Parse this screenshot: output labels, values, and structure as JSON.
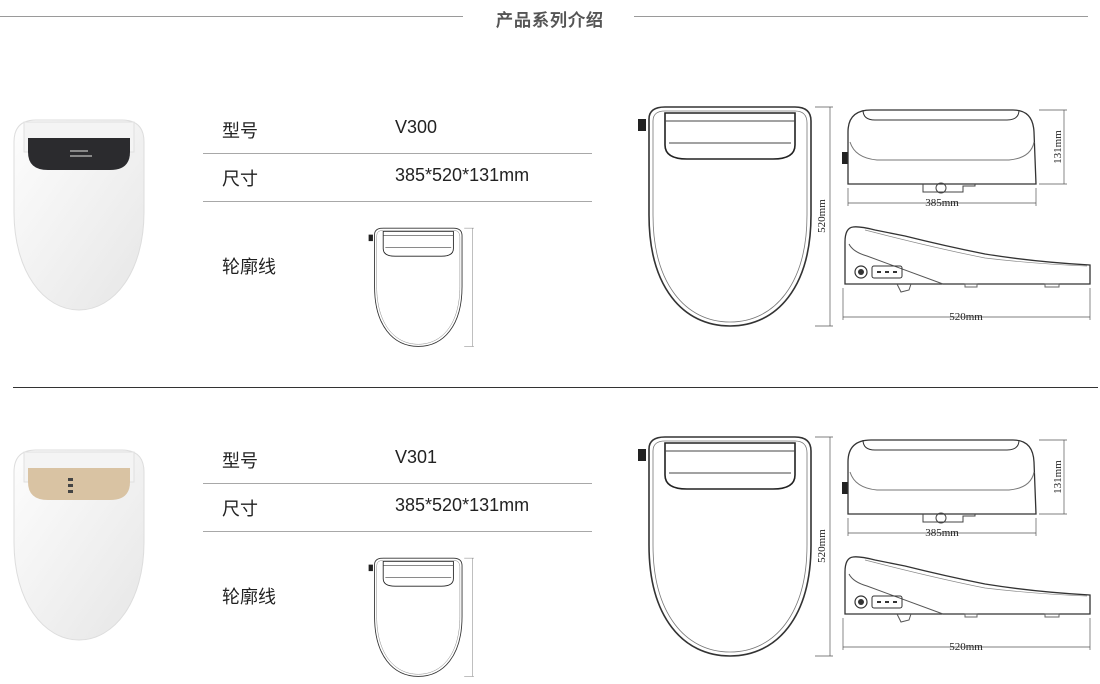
{
  "header": {
    "title": "产品系列介绍"
  },
  "labels": {
    "model": "型号",
    "size": "尺寸",
    "outline": "轮廓线"
  },
  "products": [
    {
      "model": "V300",
      "size": "385*520*131mm",
      "panel_color": "#2b2b2e",
      "dims": {
        "length": "520mm",
        "width": "385mm",
        "height": "131mm"
      }
    },
    {
      "model": "V301",
      "size": "385*520*131mm",
      "panel_color": "#d9c3a3",
      "dims": {
        "length": "520mm",
        "width": "385mm",
        "height": "131mm"
      }
    }
  ]
}
